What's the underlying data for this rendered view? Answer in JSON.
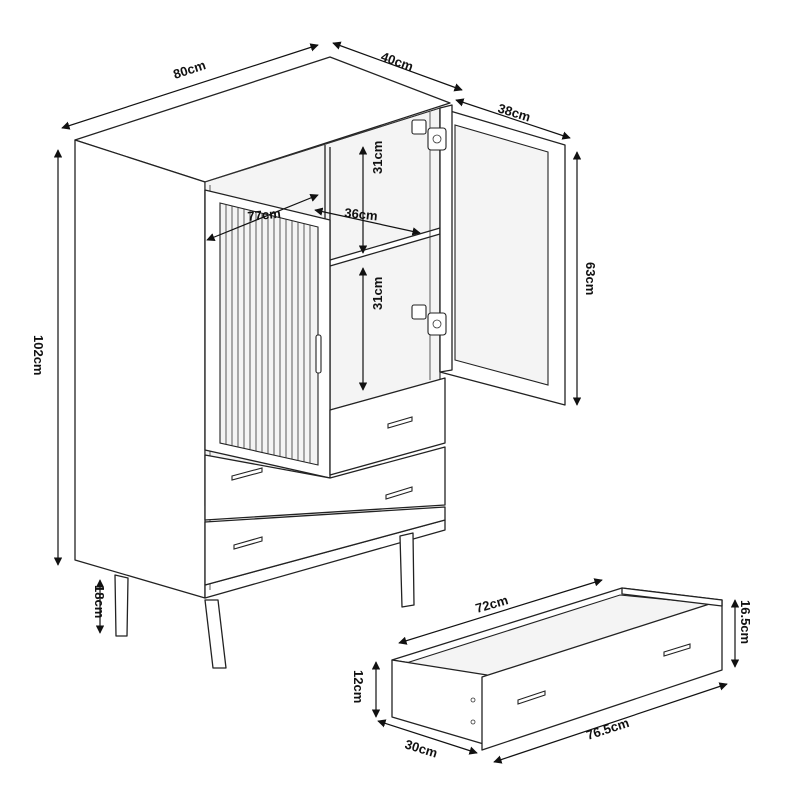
{
  "dimensions": {
    "cabinet_width": "80cm",
    "cabinet_depth": "40cm",
    "cabinet_height": "102cm",
    "door_width": "38cm",
    "door_height": "63cm",
    "inner_width": "77cm",
    "shelf_depth": "36cm",
    "upper_compartment_height": "31cm",
    "lower_compartment_height": "31cm",
    "leg_height": "18cm",
    "drawer_length": "72cm",
    "drawer_front_width": "76.5cm",
    "drawer_depth": "30cm",
    "drawer_inner_height": "12cm",
    "drawer_front_height": "16.5cm"
  },
  "colors": {
    "line": "#222222",
    "background": "#ffffff"
  }
}
